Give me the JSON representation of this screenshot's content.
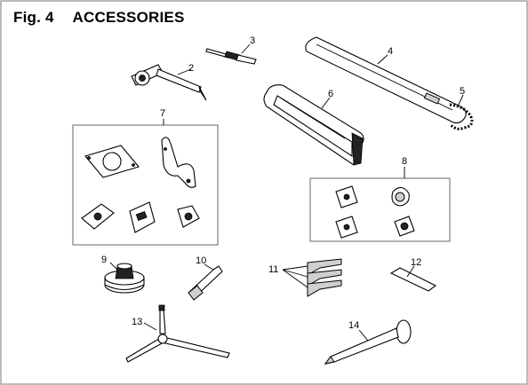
{
  "figure": {
    "number_label": "Fig. 4",
    "title": "ACCESSORIES"
  },
  "callouts": [
    {
      "id": "1",
      "text": "2"
    },
    {
      "id": "2",
      "text": "3"
    },
    {
      "id": "3",
      "text": "4"
    },
    {
      "id": "4",
      "text": "5"
    },
    {
      "id": "5",
      "text": "6"
    },
    {
      "id": "6",
      "text": "7"
    },
    {
      "id": "7",
      "text": "8"
    },
    {
      "id": "8",
      "text": "9"
    },
    {
      "id": "9",
      "text": "10"
    },
    {
      "id": "10",
      "text": "11"
    },
    {
      "id": "11",
      "text": "12"
    },
    {
      "id": "12",
      "text": "13"
    },
    {
      "id": "13",
      "text": "14"
    }
  ]
}
